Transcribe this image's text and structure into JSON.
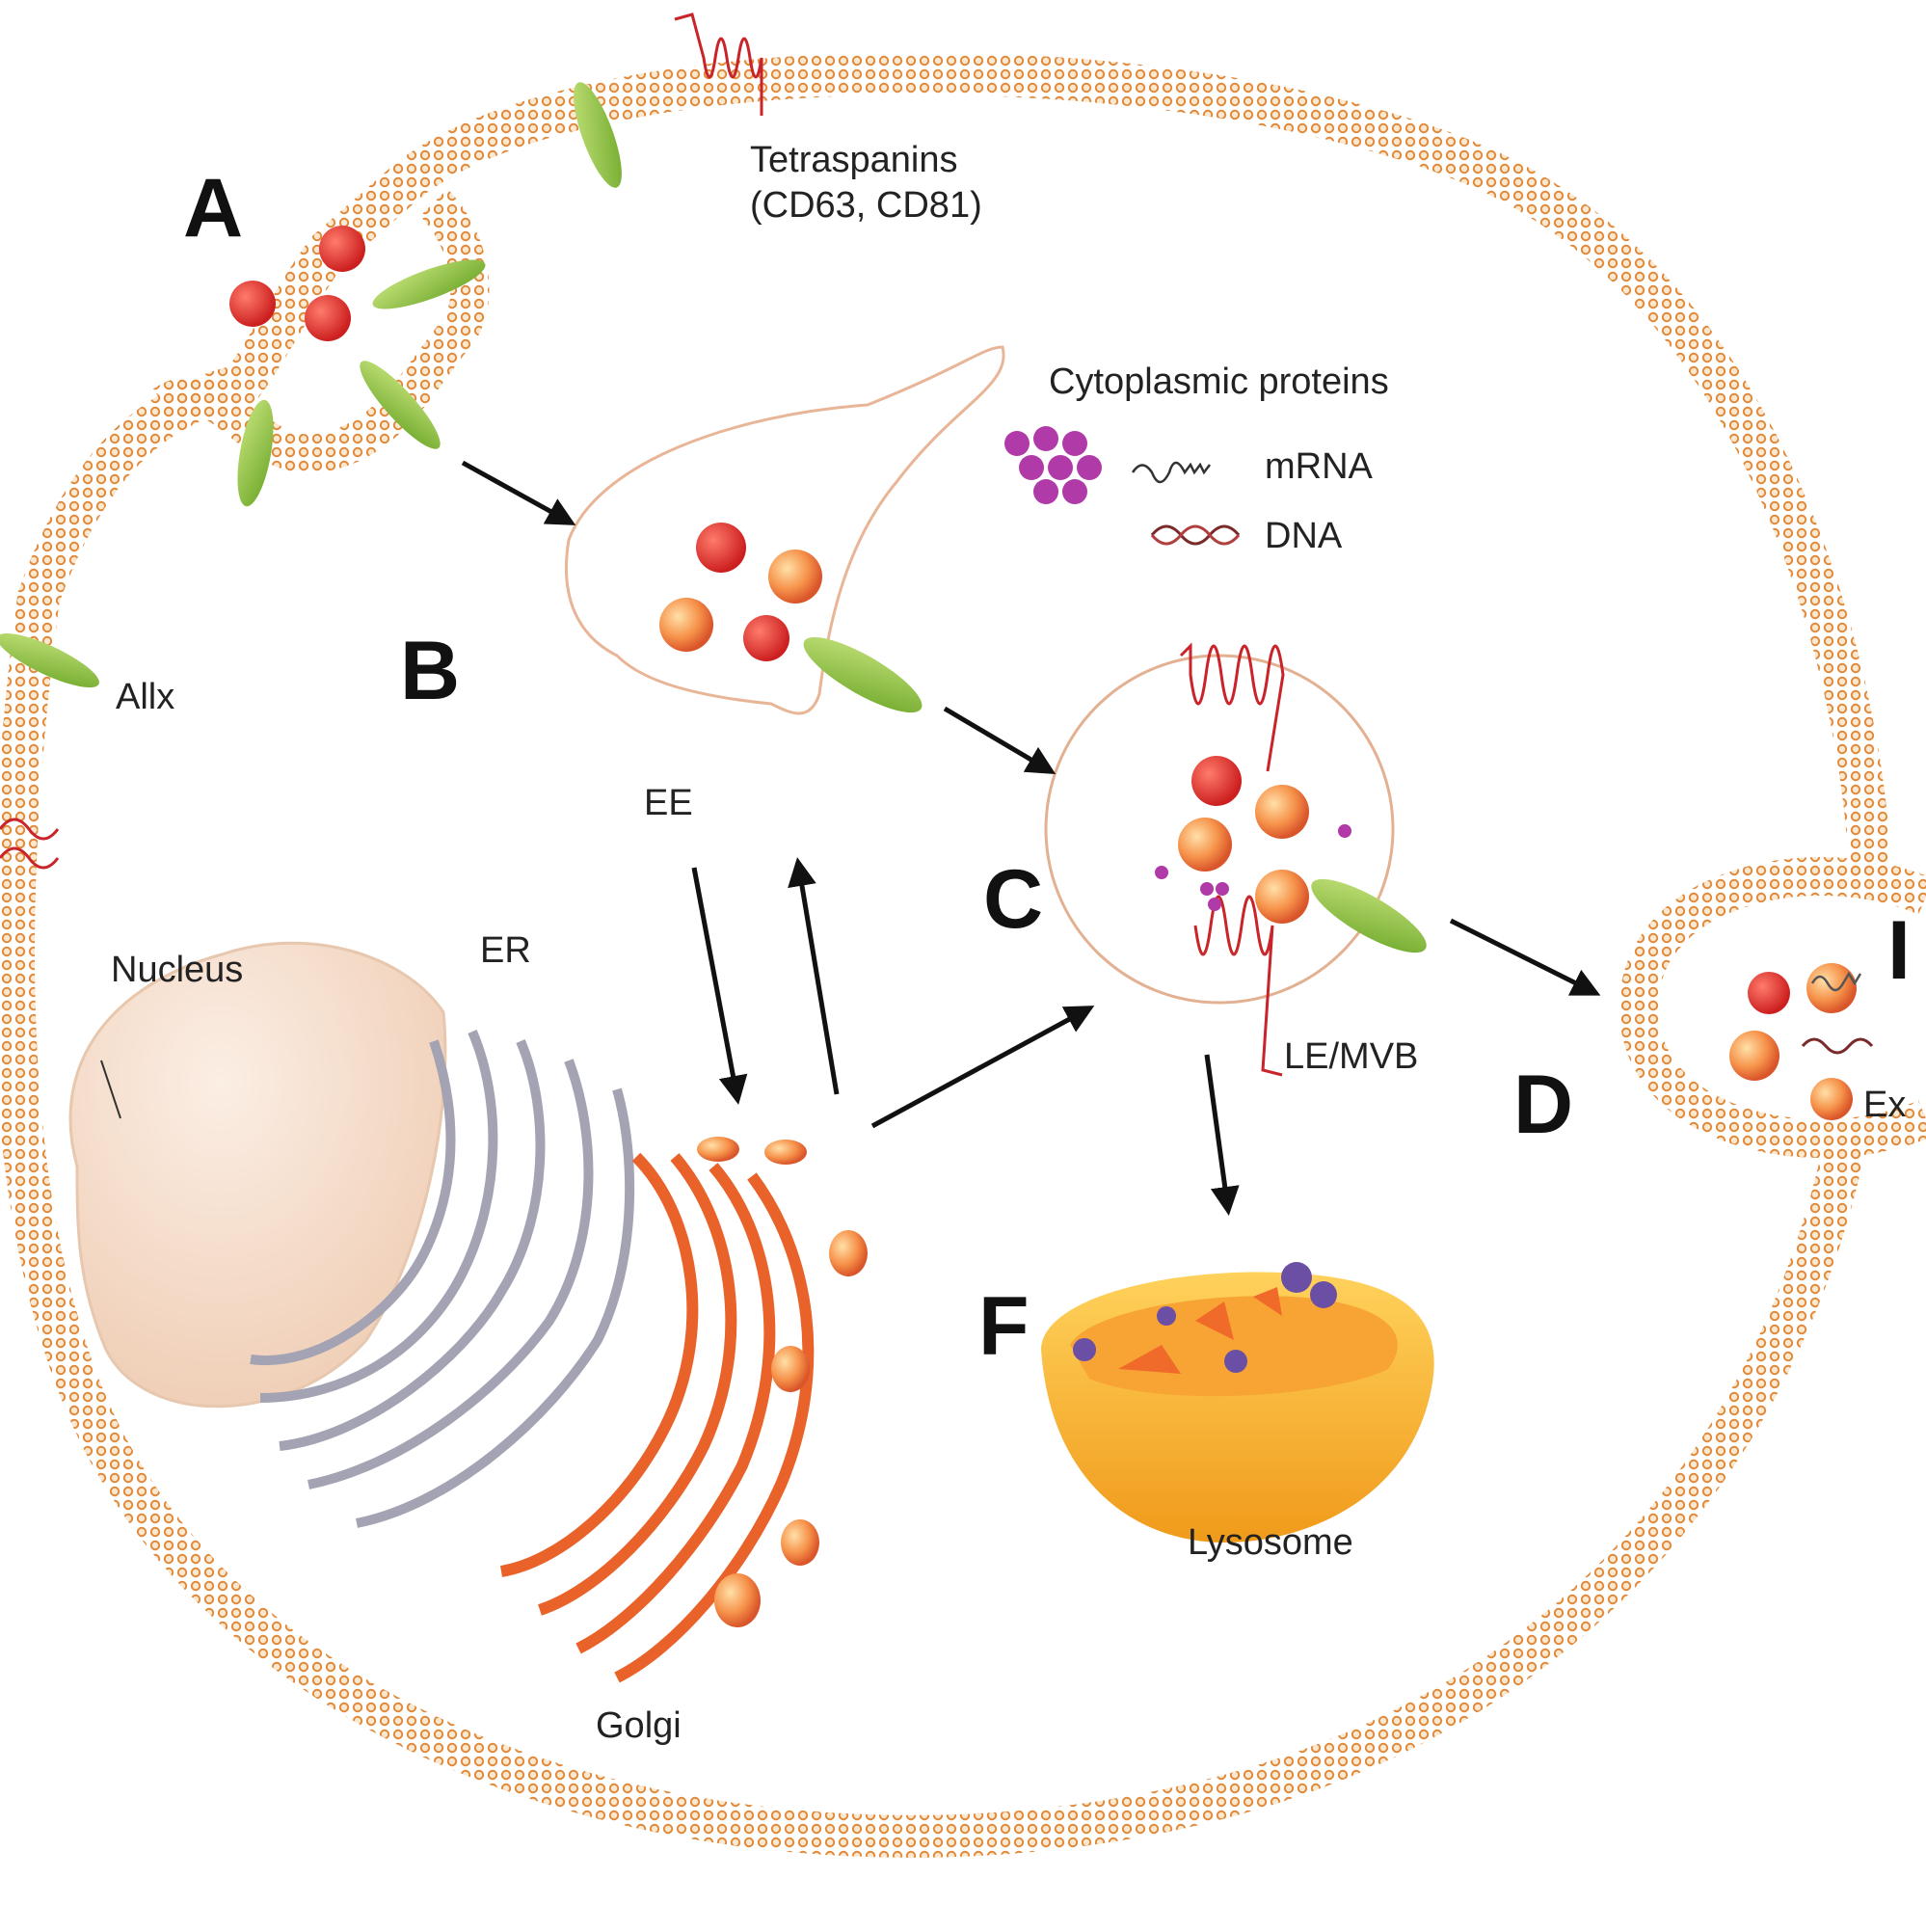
{
  "labels": {
    "tetraspanins_line1": "Tetraspanins",
    "tetraspanins_line2": "(CD63, CD81)",
    "cytoplasmic_proteins": "Cytoplasmic proteins",
    "mrna": "mRNA",
    "dna": "DNA",
    "alix": "Allx",
    "ee": "EE",
    "nucleus": "Nucleus",
    "er": "ER",
    "golgi": "Golgi",
    "le_mvb": "LE/MVB",
    "lysosome": "Lysosome",
    "exosome_partial": "Ex"
  },
  "step_letters": {
    "a": "A",
    "b": "B",
    "c": "C",
    "d": "D",
    "e_partial": "I",
    "f": "F"
  },
  "colors": {
    "membrane": "#e39a55",
    "membrane_fill": "#fdf3e3",
    "protein_red": "#d63030",
    "alix_green": "#8fc03c",
    "tetraspanin_red": "#c8242a",
    "cyto_protein_magenta": "#b03aa8",
    "lysosome_orange": "#f5a623",
    "golgi_orange": "#e8622a",
    "er_gray": "#c9c9d2",
    "nucleus_fill": "#f6dcc8"
  }
}
